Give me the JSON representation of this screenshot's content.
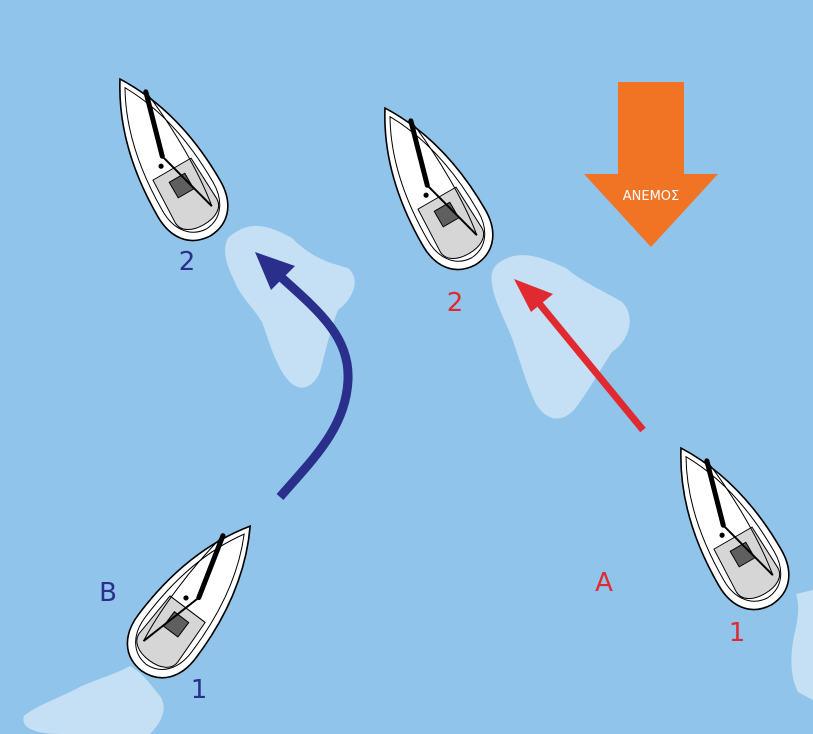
{
  "colors": {
    "water": "#90c4ea",
    "wake": "#c5e0f4",
    "blue_path": "#2b2f8c",
    "red_path": "#e02a2f",
    "wind_arrow": "#f07424",
    "hull_fill": "#ffffff",
    "hull_stroke": "#000000",
    "cockpit_fill": "#d6d6d6",
    "hatch_fill": "#5f5f5f"
  },
  "wind": {
    "label": "ΑΝΕΜΟΣ",
    "direction": "down",
    "icon": "wind-direction-arrow"
  },
  "scenario_b": {
    "label": "B",
    "start_label": "1",
    "end_label": "2",
    "path": "curved-tack"
  },
  "scenario_a": {
    "label": "A",
    "start_label": "1",
    "end_label": "2",
    "path": "straight"
  },
  "icons": {
    "boat": "sailboat-icon",
    "wake": "wake-icon"
  }
}
